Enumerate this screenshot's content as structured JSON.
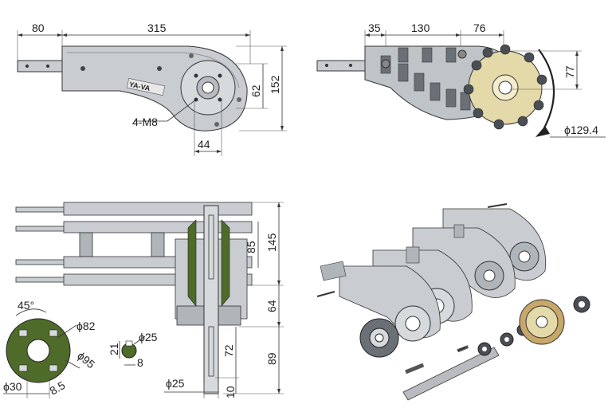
{
  "logo": {
    "text": "YA-VA"
  },
  "views": {
    "side": {
      "dims": {
        "d80": "80",
        "d315": "315",
        "d62": "62",
        "d152": "152",
        "d44": "44",
        "screw": "4-M8"
      }
    },
    "chain": {
      "dims": {
        "d35": "35",
        "d130": "130",
        "d76": "76",
        "d77": "77",
        "d129": "ϕ129.4"
      }
    },
    "front": {
      "dims": {
        "d85": "85",
        "d145": "145",
        "d64": "64",
        "d72": "72",
        "d89": "89",
        "d10": "10",
        "d25": "ϕ25"
      }
    },
    "flange": {
      "dims": {
        "d45": "45°",
        "d82": "ϕ82",
        "d95": "ϕ95",
        "d30": "ϕ30",
        "d8_5": "8.5"
      }
    },
    "key": {
      "dims": {
        "d25": "ϕ25",
        "d21": "21",
        "d8": "8"
      }
    }
  },
  "colors": {
    "plate": "#c9cdd2",
    "plateDark": "#8d9399",
    "sprocket": "#e4d9a8",
    "green": "#4f6b2a",
    "line": "#333333"
  }
}
